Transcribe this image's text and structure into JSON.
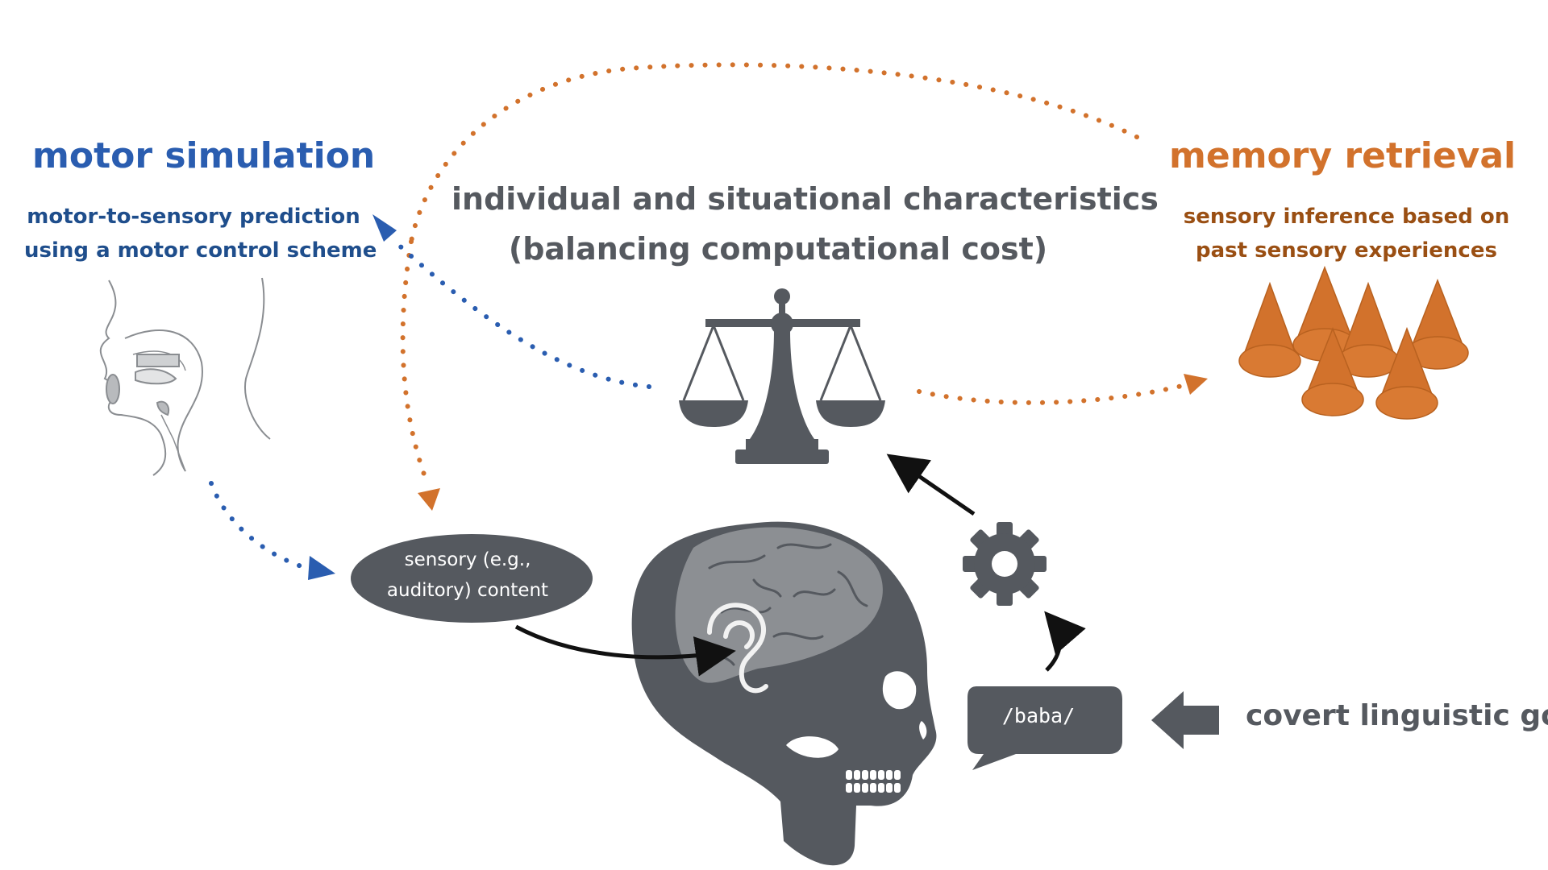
{
  "motor": {
    "title": "motor simulation",
    "line1": "motor-to-sensory prediction",
    "line2": "using a motor control scheme"
  },
  "center": {
    "line1": "individual and situational characteristics",
    "line2": "(balancing computational cost)"
  },
  "memory": {
    "title": "memory retrieval",
    "line1": "sensory inference based on",
    "line2": "past sensory experiences"
  },
  "sensory": {
    "line1": "sensory (e.g.,",
    "line2": "auditory) content"
  },
  "speech": {
    "text": "/baba/"
  },
  "goal": {
    "text": "covert linguistic goal"
  },
  "colors": {
    "motor_blue": "#2a5db0",
    "memory_orange": "#d2722c",
    "dark_gray": "#55595f"
  },
  "icons": [
    "scale-icon",
    "gear-icon",
    "skull-brain-icon",
    "cones-icon",
    "vocal-tract-icon",
    "ear-icon"
  ]
}
